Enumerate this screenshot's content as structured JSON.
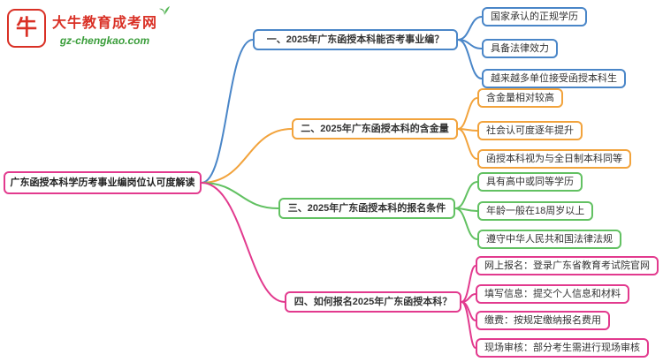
{
  "logo": {
    "mark_glyph": "牛",
    "title": "大牛教育成考网",
    "domain": "gz-chengkao.com"
  },
  "root": {
    "label": "广东函授本科学历考事业编岗位认可度解读"
  },
  "branches": [
    {
      "label": "一、2025年广东函授本科能否考事业编？",
      "color": "#4a86c8",
      "children": [
        "国家承认的正规学历",
        "具备法律效力",
        "越来越多单位接受函授本科生"
      ]
    },
    {
      "label": "二、2025年广东函授本科的含金量",
      "color": "#f2a33c",
      "children": [
        "含金量相对较高",
        "社会认可度逐年提升",
        "函授本科视为与全日制本科同等"
      ]
    },
    {
      "label": "三、2025年广东函授本科的报名条件",
      "color": "#62c162",
      "children": [
        "具有高中或同等学历",
        "年龄一般在18周岁以上",
        "遵守中华人民共和国法律法规"
      ]
    },
    {
      "label": "四、如何报名2025年广东函授本科？",
      "color": "#e23a8e",
      "children": [
        "网上报名：登录广东省教育考试院官网",
        "填写信息：提交个人信息和材料",
        "缴费：按规定缴纳报名费用",
        "现场审核：部分考生需进行现场审核"
      ]
    }
  ],
  "colors": {
    "blue": "#4a86c8",
    "orange": "#f2a33c",
    "green": "#62c162",
    "pink": "#e23a8e",
    "logo_red": "#d93025",
    "logo_green": "#3a9d3a"
  }
}
